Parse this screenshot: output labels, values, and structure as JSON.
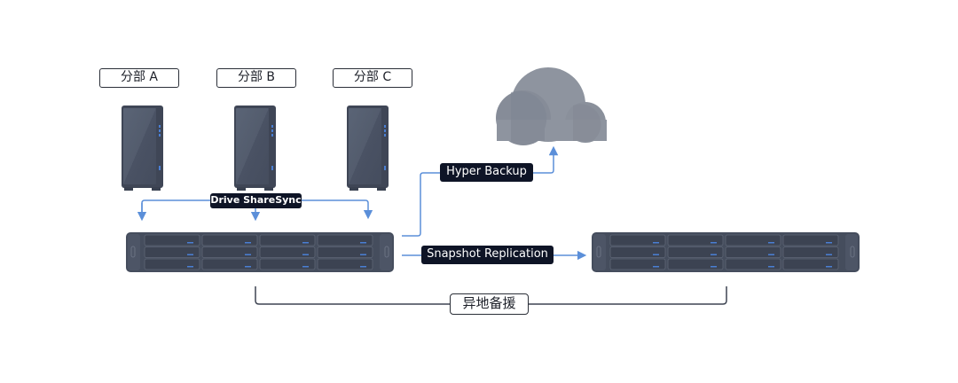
{
  "diagram": {
    "branches": [
      {
        "label": "分部 A"
      },
      {
        "label": "分部 B"
      },
      {
        "label": "分部 C"
      }
    ],
    "sync_label": "Drive ShareSync",
    "backup_label": "Hyper Backup",
    "replication_label": "Snapshot Replication",
    "offsite_label": "异地备援",
    "nodes": {
      "cloud": "cloud",
      "primary_rack": "rackmount-nas",
      "secondary_rack": "rackmount-nas"
    },
    "colors": {
      "arrow": "#5b8fd9",
      "device": "#4d5566",
      "device_dark": "#3a4150",
      "cloud": "#8c929e",
      "tag_bg": "#0e1426",
      "led": "#4a7fd4"
    }
  }
}
